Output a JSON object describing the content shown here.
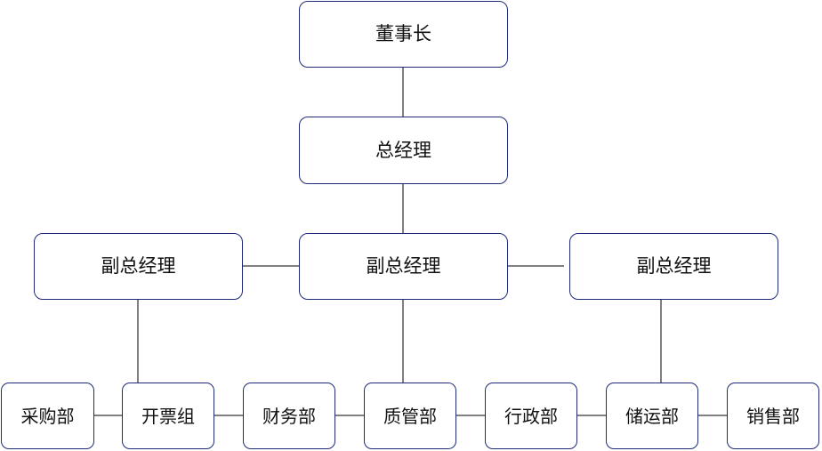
{
  "org_chart": {
    "chairman": "董事长",
    "general_manager": "总经理",
    "deputy_left": "副总经理",
    "deputy_center": "副总经理",
    "deputy_right": "副总经理",
    "departments": {
      "purchasing": "采购部",
      "invoicing": "开票组",
      "finance": "财务部",
      "quality": "质管部",
      "administration": "行政部",
      "storage_transport": "储运部",
      "sales": "销售部"
    }
  },
  "colors": {
    "box_border": "#1f2a7a",
    "connector": "#000000",
    "text": "#111111",
    "background": "#ffffff"
  }
}
